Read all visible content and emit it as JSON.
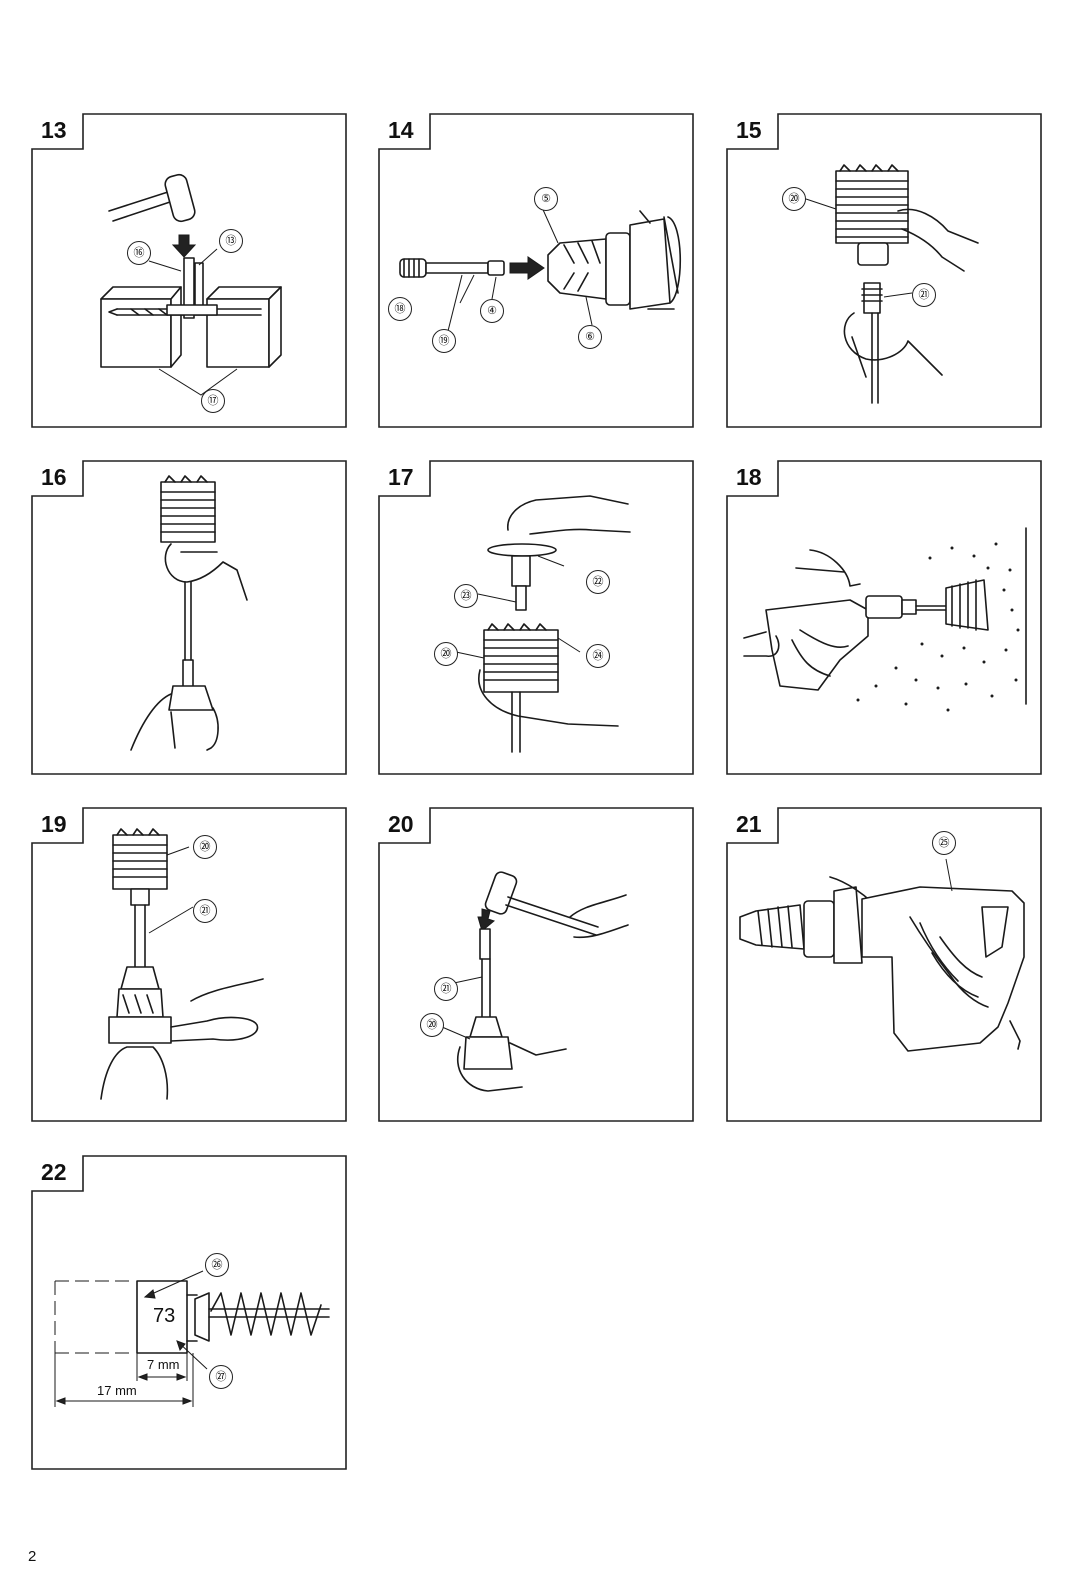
{
  "figures": [
    {
      "number": "13",
      "callouts": [
        "⑯",
        "⑬",
        "⑰"
      ]
    },
    {
      "number": "14",
      "callouts": [
        "⑤",
        "⑱",
        "④",
        "⑲",
        "⑥"
      ]
    },
    {
      "number": "15",
      "callouts": [
        "⑳",
        "㉑"
      ]
    },
    {
      "number": "16",
      "callouts": []
    },
    {
      "number": "17",
      "callouts": [
        "㉒",
        "㉓",
        "⑳",
        "㉔"
      ]
    },
    {
      "number": "18",
      "callouts": []
    },
    {
      "number": "19",
      "callouts": [
        "⑳",
        "㉑"
      ]
    },
    {
      "number": "20",
      "callouts": [
        "㉑",
        "⑳"
      ]
    },
    {
      "number": "21",
      "callouts": [
        "㉕"
      ]
    },
    {
      "number": "22",
      "callouts": [
        "㉖",
        "㉗"
      ],
      "brush_value": "73",
      "dim_small": "7 mm",
      "dim_large": "17 mm"
    }
  ],
  "page_number": "2"
}
